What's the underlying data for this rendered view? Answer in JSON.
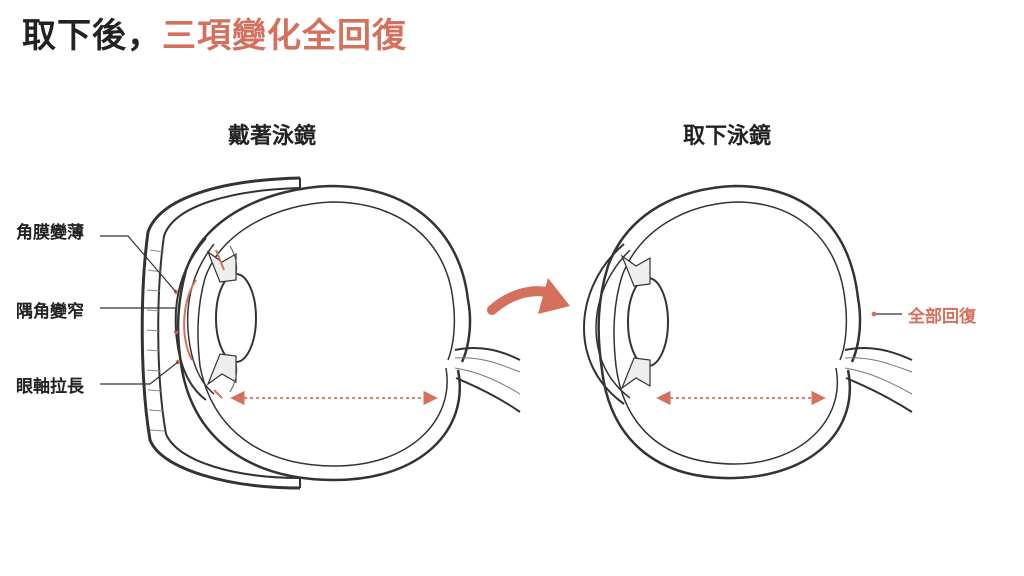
{
  "title": {
    "prefix": "取下後，",
    "highlight": "三項變化全回復"
  },
  "panels": {
    "left_label": "戴著泳鏡",
    "right_label": "取下泳鏡"
  },
  "callouts": {
    "cornea": "角膜變薄",
    "angle": "隅角變窄",
    "axial": "眼軸拉長",
    "recover": "全部回復"
  },
  "colors": {
    "accent": "#d5705c",
    "ink": "#222222",
    "line": "#333333"
  },
  "icons": {
    "arrow": "curved-arrow-icon"
  }
}
